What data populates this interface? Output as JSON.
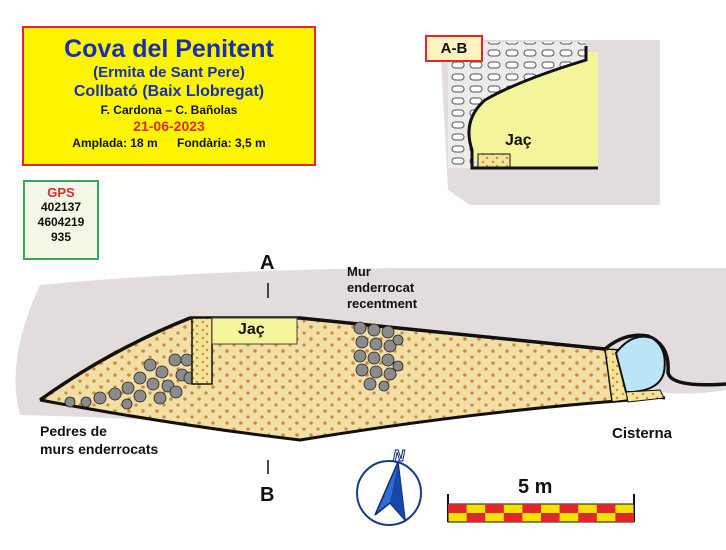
{
  "title_block": {
    "title": "Cova del Penitent",
    "subtitle": "(Ermita de Sant Pere)",
    "location": "Collbató  (Baix Llobregat)",
    "authors": "F. Cardona – C. Bañolas",
    "date": "21-06-2023",
    "width_label": "Amplada: 18 m",
    "depth_label": "Fondària: 3,5 m"
  },
  "gps": {
    "label": "GPS",
    "x": "402137",
    "y": "4604219",
    "z": "935"
  },
  "section": {
    "label": "A-B",
    "bed_label": "Jaç"
  },
  "plan": {
    "bed_label": "Jaç",
    "section_start": "A",
    "section_end": "B",
    "wall_note_line1": "Mur",
    "wall_note_line2": "enderrocat",
    "wall_note_line3": "recentment",
    "stones_note_line1": "Pedres de",
    "stones_note_line2": "murs enderrocats",
    "cistern_label": "Cisterna"
  },
  "compass": {
    "north_label": "N"
  },
  "scale_bar": {
    "label": "5 m",
    "segments": 5
  },
  "colors": {
    "title_bg": "#fdf500",
    "title_border": "#e0282c",
    "title_text": "#1a2fb0",
    "rock": "#e3dcdc",
    "floor": "#f1dfa6",
    "floor_dots": "#cf8a3c",
    "bed": "#f4f49a",
    "cistern_water": "#b9e5f6",
    "compass_blue": "#2d6fd6",
    "scale_red": "#e0282c",
    "scale_yellow": "#f5e100"
  }
}
